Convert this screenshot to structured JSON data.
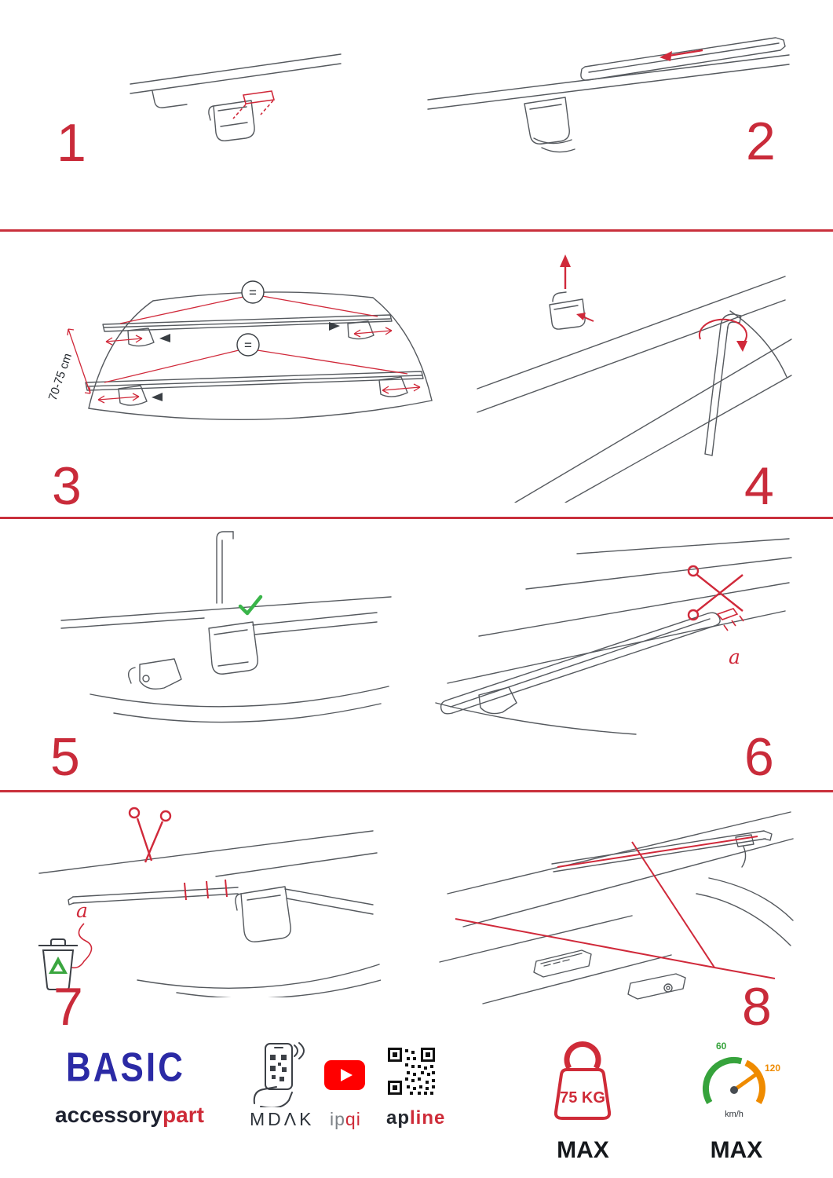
{
  "page": {
    "colors": {
      "accent_red": "#c9303c",
      "brand_blue": "#2b2aa5",
      "drawing_ink": "#55595e",
      "green": "#36a33c",
      "orange": "#ef8b00",
      "youtube_red": "#ff0000"
    }
  },
  "steps": [
    {
      "number": "1"
    },
    {
      "number": "2"
    },
    {
      "number": "3"
    },
    {
      "number": "4"
    },
    {
      "number": "5"
    },
    {
      "number": "6"
    },
    {
      "number": "7"
    },
    {
      "number": "8"
    }
  ],
  "step3": {
    "measurement": "70-75 cm",
    "equal_top": "=",
    "equal_bottom": "="
  },
  "step6": {
    "cut_label": "a"
  },
  "step7": {
    "cut_label": "a"
  },
  "footer": {
    "brand": "BASIC",
    "brand_sub_dark": "accessory",
    "brand_sub_red": "part",
    "partner1": "MDΛK",
    "partner2_dark": "ip",
    "partner2_red": "qi",
    "partner3_dark": "ap",
    "partner3_red": "line",
    "weight_value": "75 KG",
    "weight_max": "MAX",
    "speed_low": "60",
    "speed_high": "120",
    "speed_unit": "km/h",
    "speed_max": "MAX"
  }
}
